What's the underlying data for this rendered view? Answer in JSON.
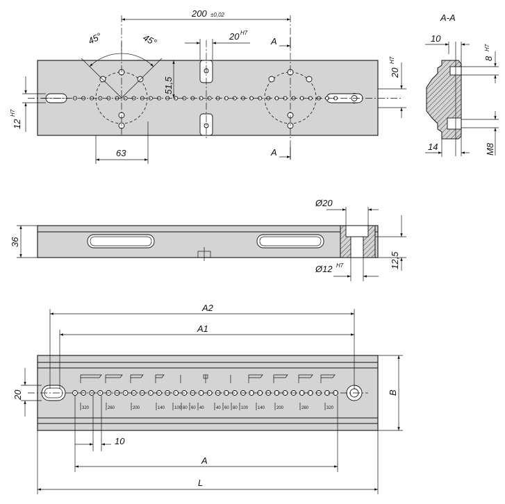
{
  "diagram": {
    "top_view": {
      "dim_spacing": "200",
      "dim_spacing_tol": "±0,02",
      "dim_angle_left": "45°",
      "dim_angle_right": "45°",
      "dim_slot_width": "20",
      "dim_slot_width_fit": "H7",
      "dim_vertical_offset": "51,5",
      "dim_right_slot": "20",
      "dim_right_slot_fit": "H7",
      "dim_left_slot": "12",
      "dim_left_slot_fit": "H7",
      "dim_circle_offset": "63",
      "section_marker_top": "A",
      "section_marker_bottom": "A"
    },
    "section_view": {
      "title": "A-A",
      "dim_top": "10",
      "dim_bore": "8",
      "dim_bore_fit": "H7",
      "dim_bottom": "14",
      "dim_thread": "M8"
    },
    "side_view": {
      "dim_height": "36",
      "dim_counterbore": "Ø20",
      "dim_bore": "Ø12",
      "dim_bore_fit": "H7",
      "dim_depth": "12,5"
    },
    "bottom_view": {
      "dim_a2": "A2",
      "dim_a1": "A1",
      "dim_left": "20",
      "dim_b": "B",
      "dim_pitch": "10",
      "dim_a": "A",
      "dim_l": "L",
      "scale_labels": [
        "320",
        "260",
        "200",
        "140",
        "100",
        "80",
        "60",
        "40",
        "40",
        "60",
        "80",
        "100",
        "140",
        "200",
        "260",
        "320"
      ]
    }
  }
}
